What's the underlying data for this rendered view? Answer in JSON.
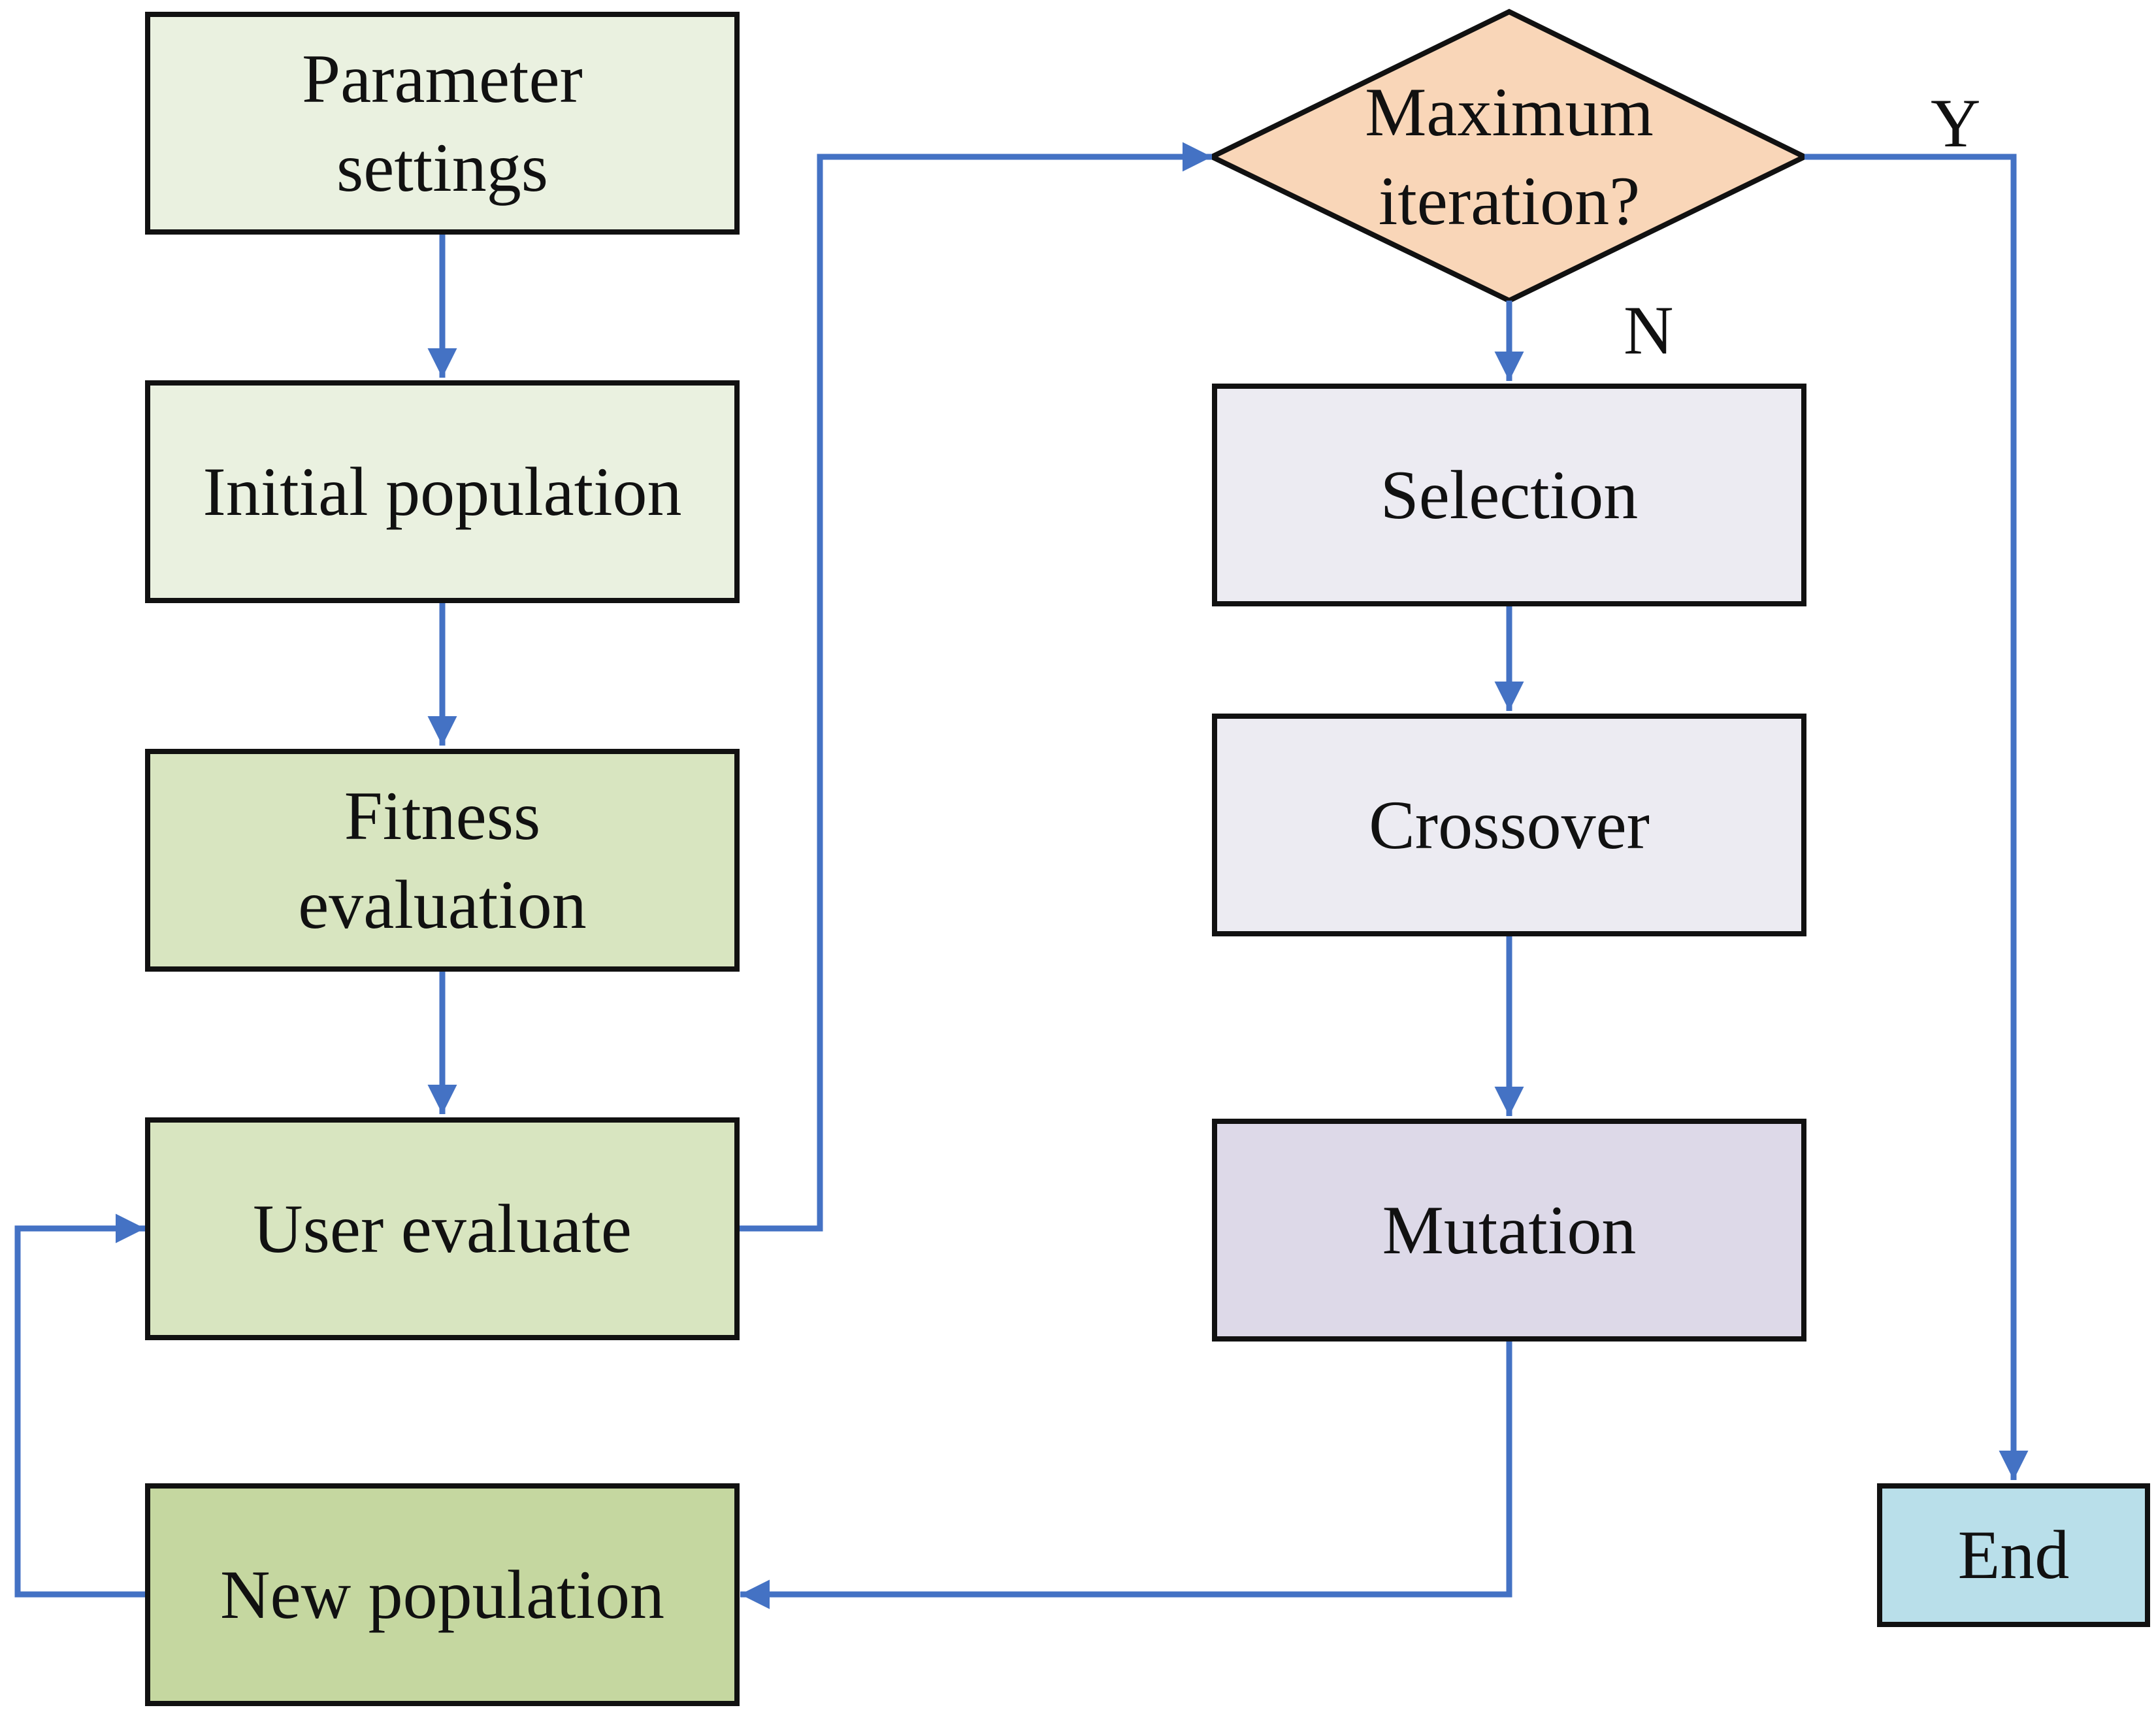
{
  "nodes": {
    "parameter_settings": {
      "lines": [
        "Parameter",
        "settings"
      ],
      "fill": "#eaf1e0"
    },
    "initial_population": {
      "lines": [
        "Initial population"
      ],
      "fill": "#eaf1e0"
    },
    "fitness_evaluation": {
      "lines": [
        "Fitness",
        "evaluation"
      ],
      "fill": "#d8e5c0"
    },
    "user_evaluate": {
      "lines": [
        "User evaluate"
      ],
      "fill": "#d8e5c0"
    },
    "new_population": {
      "lines": [
        "New population"
      ],
      "fill": "#c5d7a0"
    },
    "max_iteration": {
      "lines": [
        "Maximum",
        "iteration?"
      ],
      "fill": "#f9d6b8"
    },
    "selection": {
      "lines": [
        "Selection"
      ],
      "fill": "#ecebf2"
    },
    "crossover": {
      "lines": [
        "Crossover"
      ],
      "fill": "#ecebf2"
    },
    "mutation": {
      "lines": [
        "Mutation"
      ],
      "fill": "#ddd9e8"
    },
    "end": {
      "lines": [
        "End"
      ],
      "fill": "#b9dfea"
    }
  },
  "branch_labels": {
    "yes": "Y",
    "no": "N"
  },
  "colors": {
    "arrow": "#4472c4",
    "border": "#111111"
  }
}
